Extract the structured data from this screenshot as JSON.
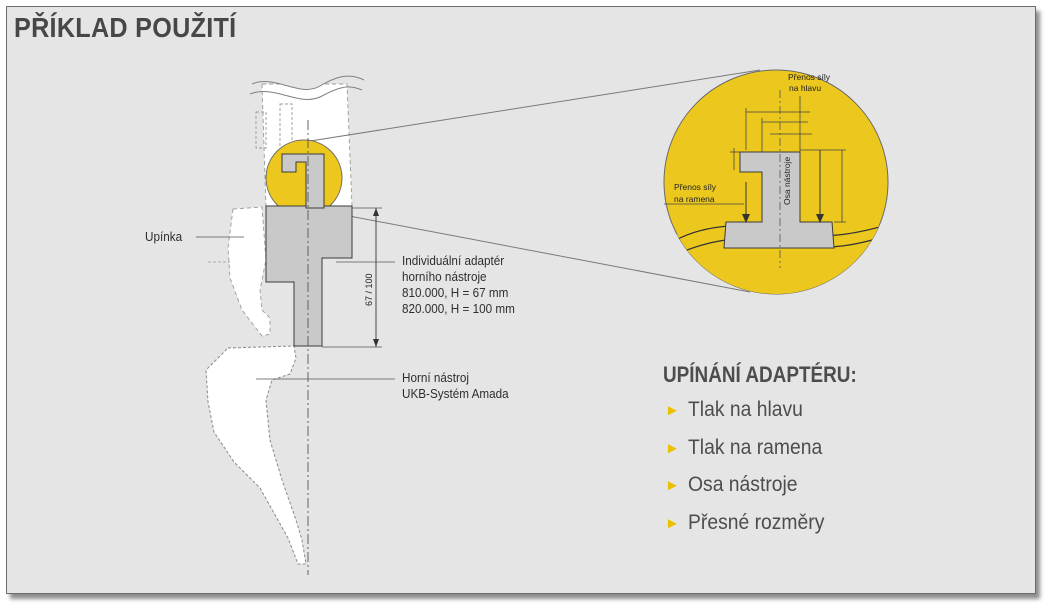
{
  "title": "PŘÍKLAD POUŽITÍ",
  "labels": {
    "clamp": "Upínka",
    "adapter_line1": "Individuální adaptér",
    "adapter_line2": "horního nástroje",
    "adapter_line3": "810.000, H = 67 mm",
    "adapter_line4": "820.000, H = 100 mm",
    "tool_line1": "Horní nástroj",
    "tool_line2": "UKB-Systém Amada",
    "dimension": "67 / 100"
  },
  "detail": {
    "head_force_line1": "Přenos síly",
    "head_force_line2": "na hlavu",
    "shoulder_force_line1": "Přenos síly",
    "shoulder_force_line2": "na ramena",
    "axis": "Osa nástroje"
  },
  "features": {
    "heading": "UPÍNÁNÍ ADAPTÉRU:",
    "items": [
      {
        "label": "Tlak na hlavu"
      },
      {
        "label": "Tlak na ramena"
      },
      {
        "label": "Osa nástroje"
      },
      {
        "label": "Přesné rozměry"
      }
    ]
  },
  "colors": {
    "highlight": "#ecc81e",
    "adapter_fill": "#c9c9c9",
    "panel_bg": "#e5e5e5",
    "bullet": "#ebc000"
  }
}
